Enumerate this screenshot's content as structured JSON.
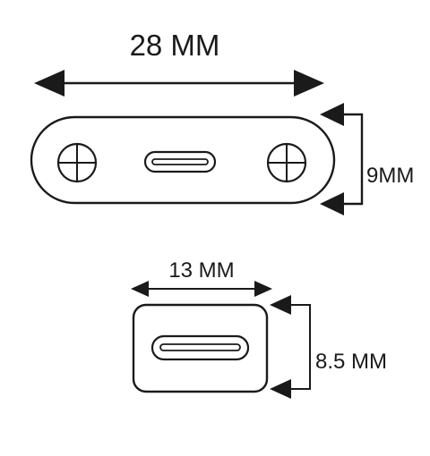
{
  "diagram": {
    "plate_large": {
      "width_label": "28 MM",
      "height_label": "9MM"
    },
    "plate_small": {
      "width_label": "13 MM",
      "height_label": "8.5 MM"
    },
    "colors": {
      "stroke": "#1a1a1a",
      "fill": "#ffffff"
    }
  }
}
